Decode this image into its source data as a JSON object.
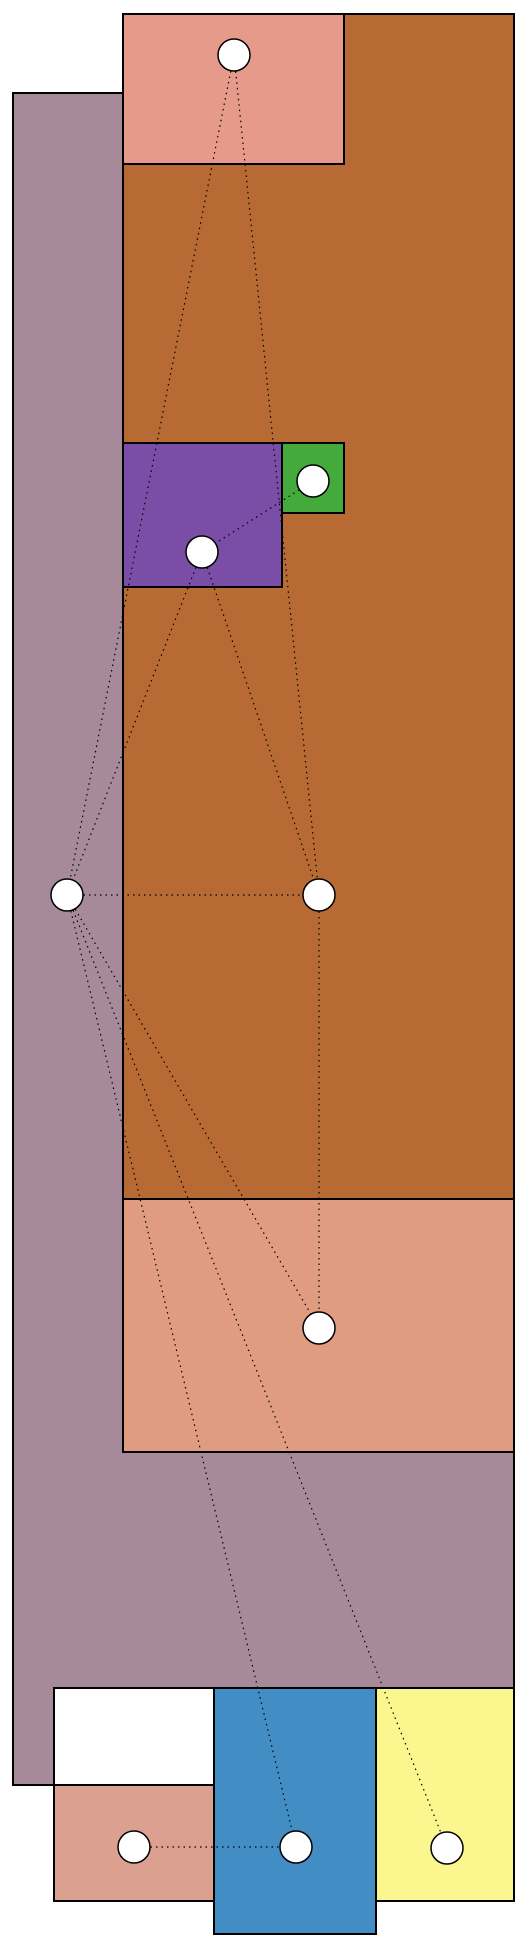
{
  "colors": {
    "mauve_region": "#a68a9a",
    "brown_region": "#b86a34",
    "pink_top_region": "#e69a8a",
    "purple_region": "#7a4ea6",
    "green_region": "#44aa3c",
    "peach_region": "#e09c80",
    "rose_bottom_region": "#dba090",
    "blue_region": "#428dc4",
    "yellow_region": "#fbf68e",
    "node_fill": "#ffffff",
    "line": "#000000"
  },
  "nodes": [
    {
      "id": "n-top",
      "region": "pink_top_region"
    },
    {
      "id": "n-green",
      "region": "green_region"
    },
    {
      "id": "n-purple",
      "region": "purple_region"
    },
    {
      "id": "n-left",
      "region": "mauve_region"
    },
    {
      "id": "n-mid",
      "region": "brown_region"
    },
    {
      "id": "n-peach",
      "region": "peach_region"
    },
    {
      "id": "n-rose",
      "region": "rose_bottom_region"
    },
    {
      "id": "n-blue",
      "region": "blue_region"
    },
    {
      "id": "n-yellow",
      "region": "yellow_region"
    }
  ],
  "edges": [
    [
      "n-top",
      "n-left"
    ],
    [
      "n-top",
      "n-mid"
    ],
    [
      "n-green",
      "n-purple"
    ],
    [
      "n-purple",
      "n-left"
    ],
    [
      "n-purple",
      "n-mid"
    ],
    [
      "n-left",
      "n-mid"
    ],
    [
      "n-mid",
      "n-peach"
    ],
    [
      "n-left",
      "n-peach"
    ],
    [
      "n-left",
      "n-blue"
    ],
    [
      "n-left",
      "n-yellow"
    ],
    [
      "n-rose",
      "n-blue"
    ]
  ]
}
